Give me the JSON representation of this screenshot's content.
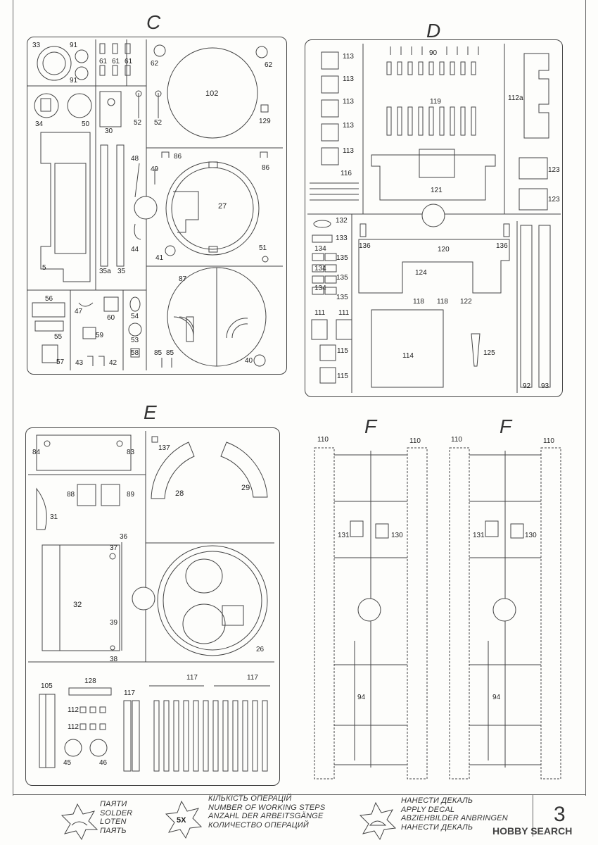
{
  "sections": {
    "C": {
      "letter": "C"
    },
    "D": {
      "letter": "D"
    },
    "E": {
      "letter": "E"
    },
    "F1": {
      "letter": "F"
    },
    "F2": {
      "letter": "F"
    }
  },
  "labels_c": {
    "p33": "33",
    "p91a": "91",
    "p91b": "91",
    "p61a": "61",
    "p61b": "61",
    "p61c": "61",
    "p62a": "62",
    "p62b": "62",
    "p102": "102",
    "p34": "34",
    "p50": "50",
    "p30": "30",
    "p52a": "52",
    "p52b": "52",
    "p129": "129",
    "p48": "48",
    "p86a": "86",
    "p86b": "86",
    "p49": "49",
    "p27": "27",
    "p44": "44",
    "p41": "41",
    "p51": "51",
    "p5": "5",
    "p35a": "35a",
    "p35": "35",
    "p87": "87",
    "p56": "56",
    "p47": "47",
    "p60": "60",
    "p54": "54",
    "p55": "55",
    "p59": "59",
    "p53": "53",
    "p57": "57",
    "p43": "43",
    "p42": "42",
    "p58": "58",
    "p85a": "85",
    "p85b": "85",
    "p40": "40"
  },
  "labels_d": {
    "p113a": "113",
    "p113b": "113",
    "p113c": "113",
    "p113d": "113",
    "p113e": "113",
    "p90": "90",
    "p119": "119",
    "p112a": "112a",
    "p123a": "123",
    "p123b": "123",
    "p116": "116",
    "p121": "121",
    "p132": "132",
    "p133": "133",
    "p136a": "136",
    "p136b": "136",
    "p120": "120",
    "p134a": "134",
    "p135a": "135",
    "p134b": "134",
    "p135b": "135",
    "p134c": "134",
    "p135c": "135",
    "p124": "124",
    "p118a": "118",
    "p118b": "118",
    "p122": "122",
    "p111a": "111",
    "p111b": "111",
    "p115a": "115",
    "p114": "114",
    "p125": "125",
    "p115b": "115",
    "p92": "92",
    "p93": "93"
  },
  "labels_e": {
    "p84": "84",
    "p83": "83",
    "p137": "137",
    "p88": "88",
    "p89": "89",
    "p28": "28",
    "p29": "29",
    "p31": "31",
    "p36": "36",
    "p37": "37",
    "p32": "32",
    "p39": "39",
    "p38": "38",
    "p26": "26",
    "p105": "105",
    "p128": "128",
    "p117a": "117",
    "p117b": "117",
    "p117c": "117",
    "p112a": "112",
    "p112b": "112",
    "p45": "45",
    "p46": "46"
  },
  "labels_f": {
    "a110a": "110",
    "a110b": "110",
    "a131": "131",
    "a130": "130",
    "a94": "94",
    "b110a": "110",
    "b110b": "110",
    "b131": "131",
    "b130": "130",
    "b94": "94"
  },
  "legend": {
    "solder": [
      "ПАЯТИ",
      "SOLDER",
      "LOTEN",
      "ПАЯТЬ"
    ],
    "steps_badge": "5X",
    "steps": [
      "КІЛЬКІСТЬ ОПЕРАЦІЙ",
      "NUMBER OF WORKING STEPS",
      "ANZAHL DER ARBEITSGÄNGE",
      "КОЛИЧЕСТВО ОПЕРАЦИЙ"
    ],
    "decal": [
      "НАНЕСТИ ДЕКАЛЬ",
      "APPLY DECAL",
      "ABZIEHBILDER ANBRINGEN",
      "НАНЕСТИ ДЕКАЛЬ"
    ]
  },
  "page_number": "3",
  "watermark": "HOBBY SEARCH",
  "colors": {
    "ink": "#333333",
    "paper": "#fdfdfb"
  }
}
